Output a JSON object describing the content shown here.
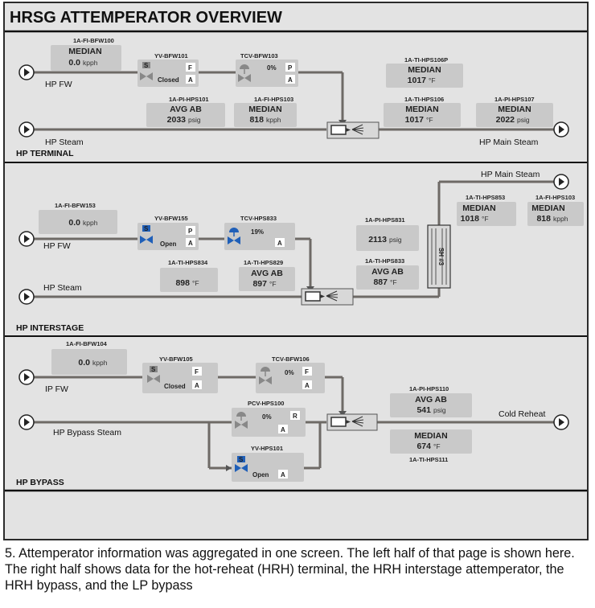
{
  "title": "HRSG ATTEMPERATOR OVERVIEW",
  "caption": "5. Attemperator information was aggregated in one screen. The left half of that page is shown here. The right half shows data for the hot-reheat (HRH) terminal, the HRH interstage attemperator, the HRH bypass, and the LP bypass",
  "colors": {
    "panel_bg": "#e3e3e3",
    "box_bg": "#c9c9c9",
    "pipe": "#6e6a66",
    "valve_blue": "#1f5fb8",
    "valve_gray": "#888888"
  },
  "hp_terminal": {
    "section_label": "HP TERMINAL",
    "fw_label": "HP FW",
    "steam_label": "HP Steam",
    "main_steam_label": "HP Main Steam",
    "fi_bfw100": {
      "tag": "1A-FI-BFW100",
      "stat": "MEDIAN",
      "value": "0.0",
      "unit": "kpph"
    },
    "yv_bfw101": {
      "tag": "YV-BFW101",
      "status": "Closed",
      "mode1": "F",
      "mode2": "A"
    },
    "tcv_bfw103": {
      "tag": "TCV-BFW103",
      "value": "0%",
      "mode1": "P",
      "mode2": "A"
    },
    "pi_hps101": {
      "tag": "1A-PI-HPS101",
      "stat": "AVG AB",
      "value": "2033",
      "unit": "psig"
    },
    "fi_hps103": {
      "tag": "1A-FI-HPS103",
      "stat": "MEDIAN",
      "value": "818",
      "unit": "kpph"
    },
    "ti_hps106p": {
      "tag": "1A-TI-HPS106P",
      "stat": "MEDIAN",
      "value": "1017",
      "unit": "°F"
    },
    "ti_hps106": {
      "tag": "1A-TI-HPS106",
      "stat": "MEDIAN",
      "value": "1017",
      "unit": "°F"
    },
    "pi_hps107": {
      "tag": "1A-PI-HPS107",
      "stat": "MEDIAN",
      "value": "2022",
      "unit": "psig"
    }
  },
  "hp_interstage": {
    "section_label": "HP INTERSTAGE",
    "fw_label": "HP FW",
    "steam_label": "HP Steam",
    "main_steam_label": "HP Main Steam",
    "fi_bfw153": {
      "tag": "1A-FI-BFW153",
      "value": "0.0",
      "unit": "kpph"
    },
    "yv_bfw155": {
      "tag": "YV-BFW155",
      "status": "Open",
      "mode1": "P",
      "mode2": "A"
    },
    "tcv_hps833": {
      "tag": "TCV-HPS833",
      "value": "19%",
      "mode2": "A"
    },
    "ti_hps834": {
      "tag": "1A-TI-HPS834",
      "value": "898",
      "unit": "°F"
    },
    "ti_hps829": {
      "tag": "1A-TI-HPS829",
      "stat": "AVG AB",
      "value": "897",
      "unit": "°F"
    },
    "pi_hps831": {
      "tag": "1A-PI-HPS831",
      "value": "2113",
      "unit": "psig"
    },
    "ti_hps833": {
      "tag": "1A-TI-HPS833",
      "stat": "AVG AB",
      "value": "887",
      "unit": "°F"
    },
    "ti_hps853": {
      "tag": "1A-TI-HPS853",
      "stat": "MEDIAN",
      "value": "1018",
      "unit": "°F"
    },
    "fi_hps103": {
      "tag": "1A-FI-HPS103",
      "stat": "MEDIAN",
      "value": "818",
      "unit": "kpph"
    },
    "superheater": "SH #3"
  },
  "hp_bypass": {
    "section_label": "HP BYPASS",
    "fw_label": "IP FW",
    "steam_label": "HP Bypass Steam",
    "cold_reheat_label": "Cold Reheat",
    "fi_bfw104": {
      "tag": "1A-FI-BFW104",
      "value": "0.0",
      "unit": "kpph"
    },
    "yv_bfw105": {
      "tag": "YV-BFW105",
      "status": "Closed",
      "mode1": "F",
      "mode2": "A"
    },
    "tcv_bfw106": {
      "tag": "TCV-BFW106",
      "value": "0%",
      "mode1": "F",
      "mode2": "A"
    },
    "pcv_hps100": {
      "tag": "PCV-HPS100",
      "value": "0%",
      "mode1": "R",
      "mode2": "A"
    },
    "yv_hps101": {
      "tag": "YV-HPS101",
      "status": "Open",
      "mode2": "A"
    },
    "pi_hps110": {
      "tag": "1A-PI-HPS110",
      "stat": "AVG AB",
      "value": "541",
      "unit": "psig"
    },
    "ti_hps111": {
      "tag": "1A-TI-HPS111",
      "stat": "MEDIAN",
      "value": "674",
      "unit": "°F"
    }
  }
}
